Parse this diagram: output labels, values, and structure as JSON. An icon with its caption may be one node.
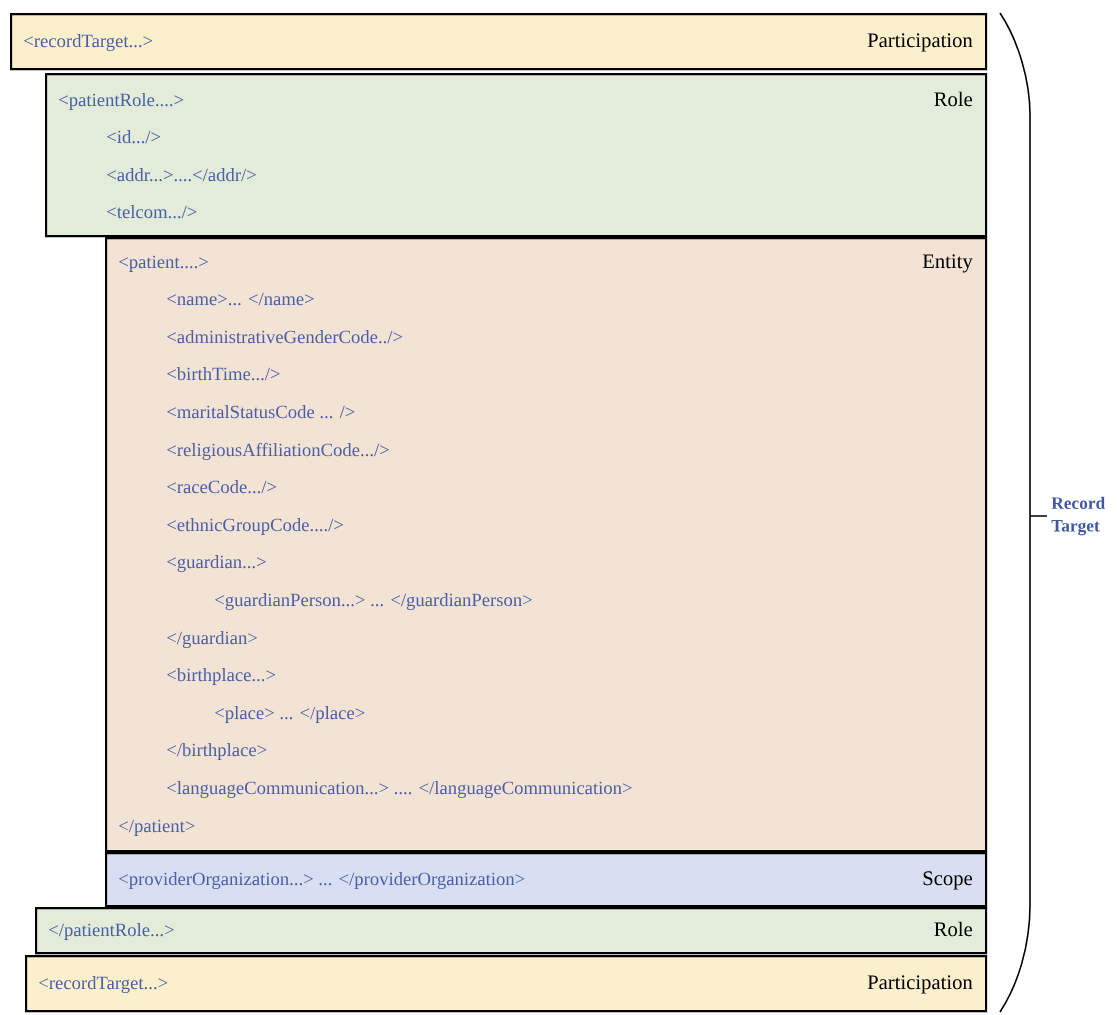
{
  "diagram": {
    "nodes": [
      {
        "text": [
          "<recordTarget...>",
          "Participation"
        ]
      },
      {
        "text": [
          "<patientRole....>",
          "<id.../>",
          "<addr...>....</addr/>",
          "<telcom.../>",
          "Role"
        ]
      },
      {
        "text": [
          "<patient....>",
          "<name>... </name>",
          "<administrativeGenderCode../>",
          "<birthTime.../>",
          "<maritalStatusCode ... />",
          "<religiousAffiliationCode.../>",
          "<raceCode.../>",
          "<ethnicGroupCode..../>",
          "<guardian...>",
          "<guardianPerson...> ... </guardianPerson>",
          "</guardian>",
          "<birthplace...>",
          "<place> ... </place>",
          "</birthplace>",
          "<languageCommunication...> .... </languageCommunication>",
          "</patient>",
          "Entity"
        ]
      },
      {
        "text": [
          "<providerOrganization...> ... </providerOrganization>",
          "Scope"
        ]
      },
      {
        "text": [
          "</patientRole...>",
          "Role"
        ]
      },
      {
        "text": [
          "<recordTarget...>",
          "Participation"
        ]
      }
    ],
    "edges": [],
    "labels": [
      "Record Target"
    ]
  }
}
